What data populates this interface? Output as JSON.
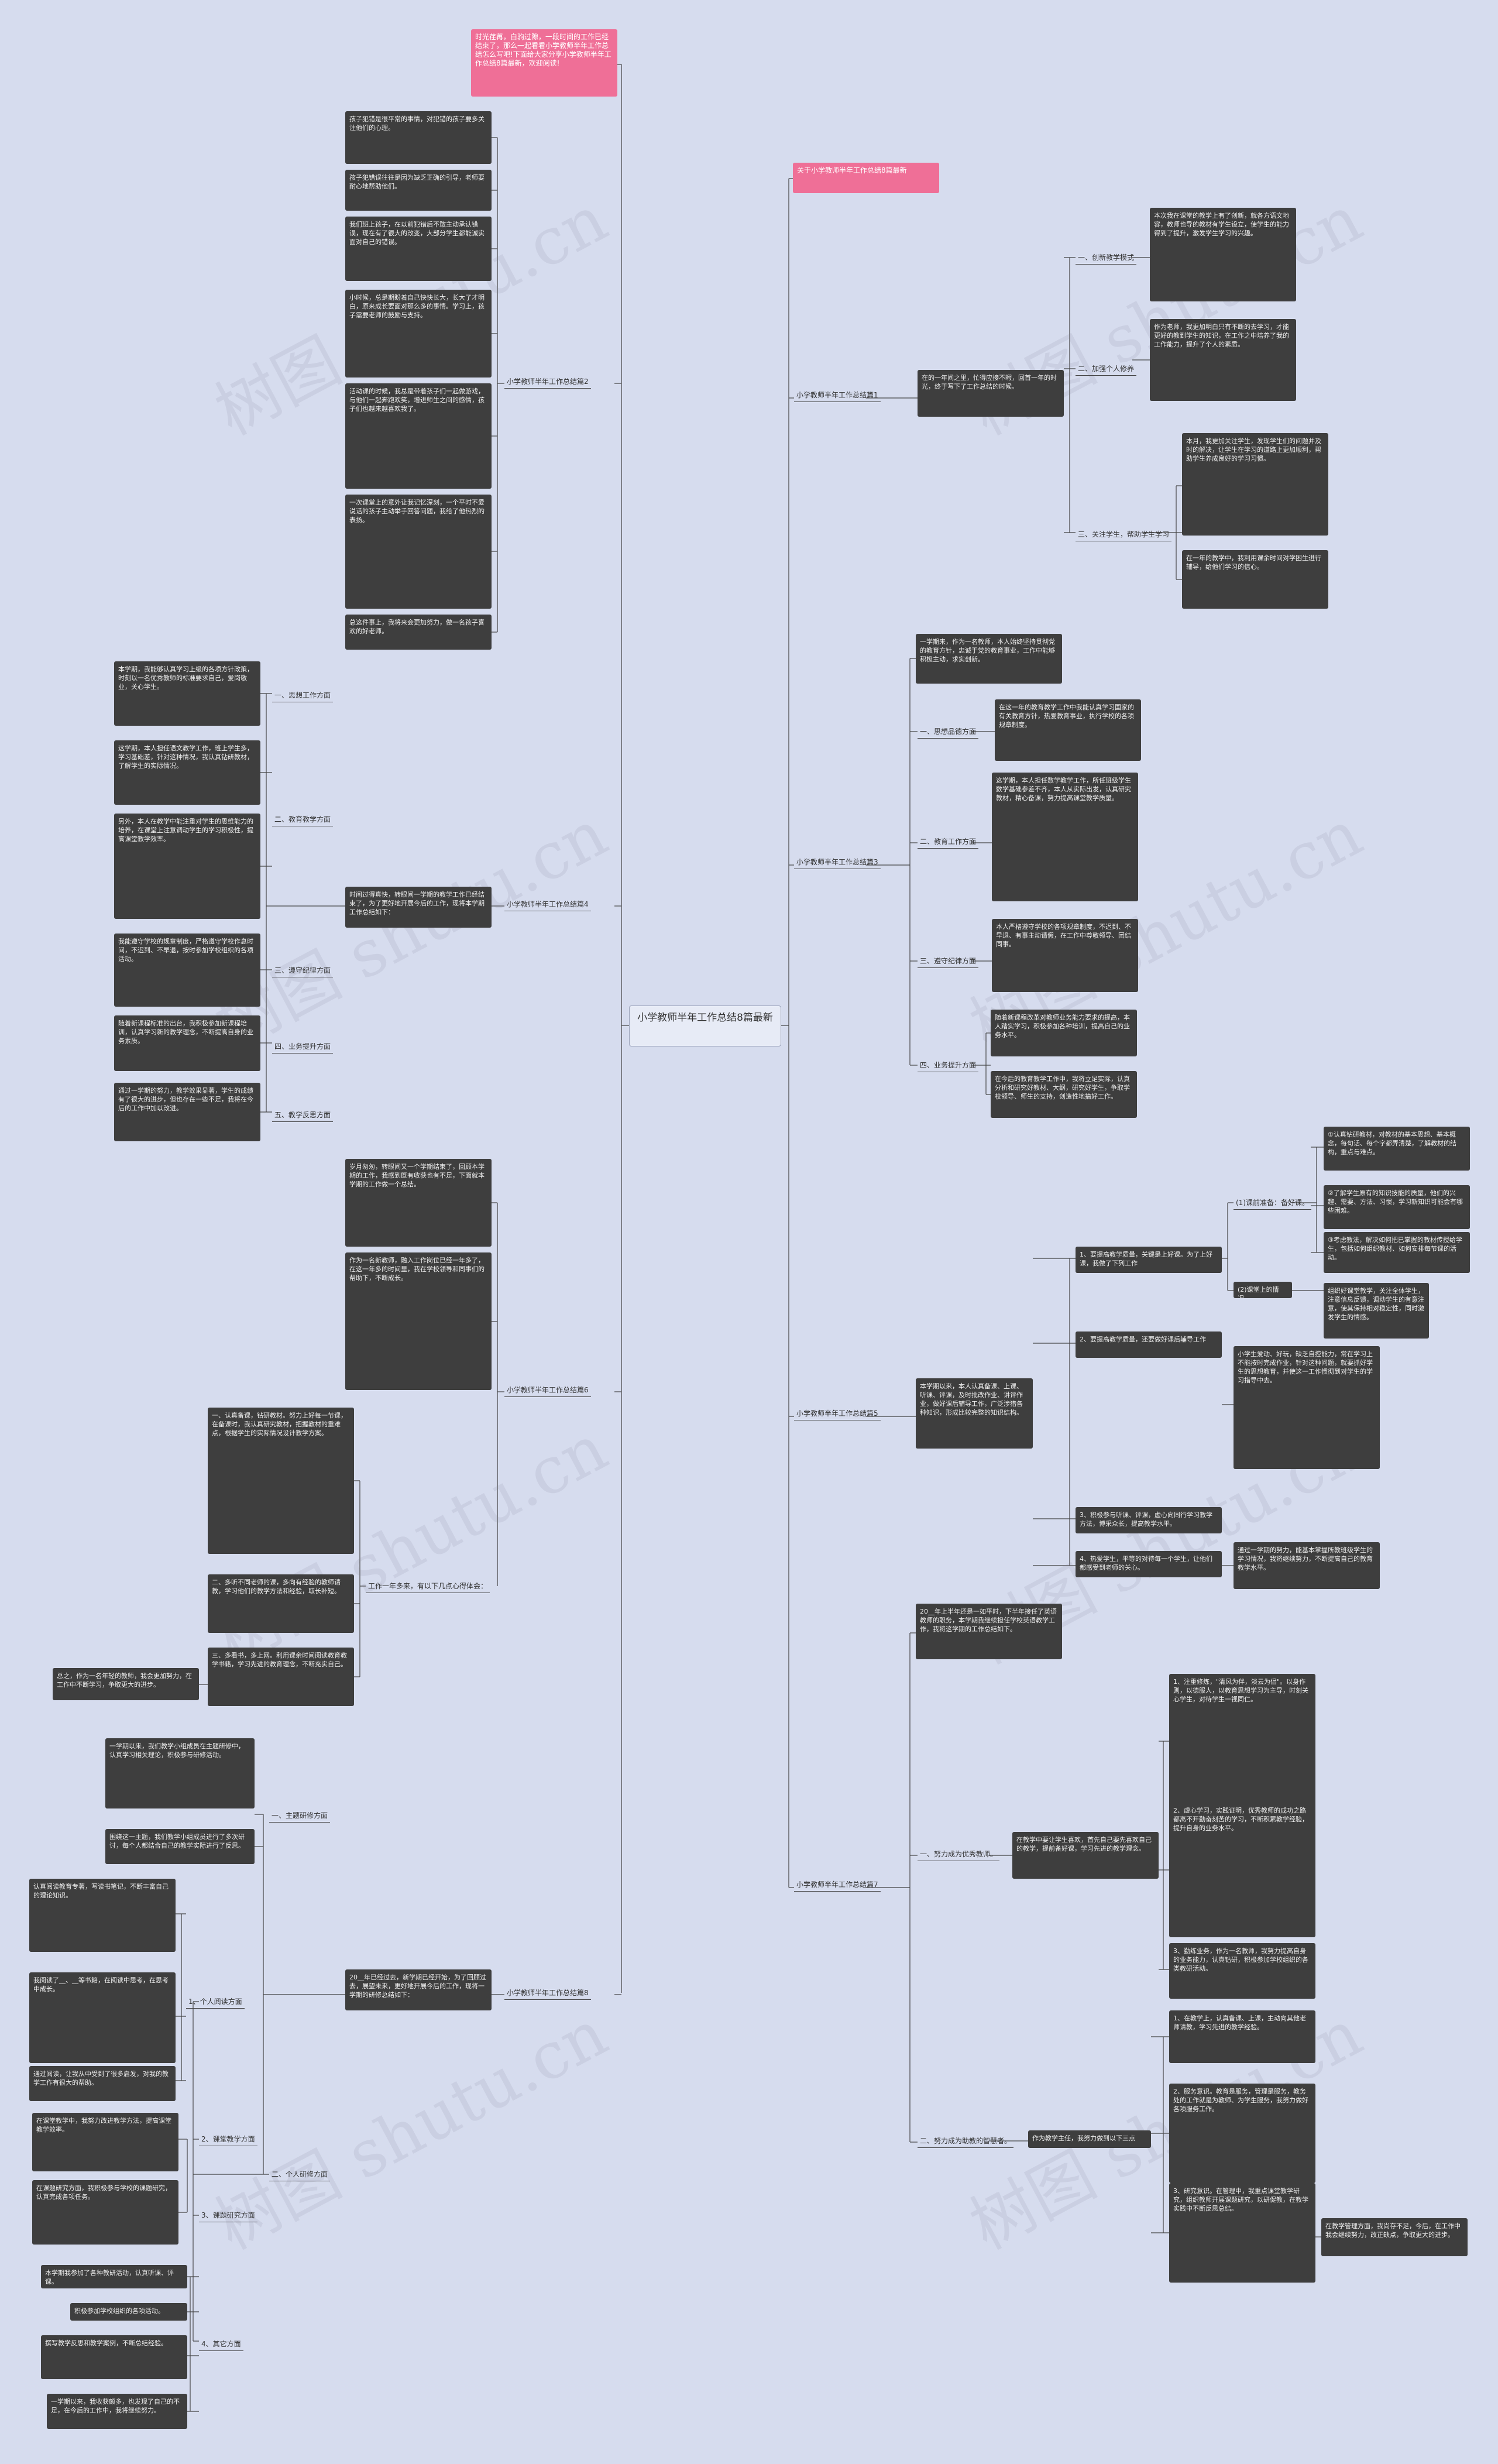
{
  "root": "小学教师半年工作总结8篇最新",
  "watermark": "树图 shutu.cn",
  "intro": "时光荏苒，白驹过隙，一段时间的工作已经结束了，那么一起看看小学教师半年工作总结怎么写吧!下面给大家分享小学教师半年工作总结8篇最新，欢迎阅读!",
  "right_branches": {
    "b1": "关于小学教师半年工作总结8篇最新",
    "b2": "小学教师半年工作总结篇1",
    "b2_text": "在的一年间之里，忙得应接不暇，回首一年的时光，终于写下了工作总结的时候。",
    "b2_items": [
      "一、创新教学模式",
      "二、加强个人修养",
      "三、关注学生，帮助学生学习"
    ],
    "b2_t1": "本次我在课堂的教学上有了创新，就各方语文地容，教师也导的教材有学生设立，使学生的能力得到了提升，激发学生学习的兴趣。",
    "b2_t2": "作为老师，我更加明白只有不断的去学习，才能更好的教到学生的知识，在工作之中培养了我的工作能力，提升了个人的素质。",
    "b2_t3a": "本月，我更加关注学生，发现学生们的问题并及时的解决，让学生在学习的道路上更加顺利，帮助学生养成良好的学习习惯。",
    "b2_t3b": "在一年的教学中，我利用课余时间对学困生进行辅导，给他们学习的信心。",
    "b3": "小学教师半年工作总结篇3",
    "b3_text": "一学期来，作为一名教师，本人始终坚持贯彻党的教育方针，忠诚于党的教育事业，工作中能够积极主动，求实创新。",
    "b3_items": [
      "一、思想品德方面",
      "二、教育工作方面",
      "三、遵守纪律方面",
      "四、业务提升方面"
    ],
    "b3_t1": "在这一年的教育教学工作中我能认真学习国家的有关教育方针，热爱教育事业，执行学校的各项规章制度。",
    "b3_t2": "这学期，本人担任数学教学工作，所任班级学生数学基础参差不齐，本人从实际出发，认真研究教材，精心备课，努力提高课堂教学质量。",
    "b3_t3": "本人严格遵守学校的各项规章制度，不迟到、不早退、有事主动请假，在工作中尊敬领导、团结同事。",
    "b3_t4a": "随着新课程改革对教师业务能力要求的提高，本人踏实学习，积极参加各种培训，提高自己的业务水平。",
    "b3_t4b": "在今后的教育教学工作中，我将立足实际，认真分析和研究好教材、大纲，研究好学生，争取学校领导、师生的支持，创造性地搞好工作。",
    "b5": "小学教师半年工作总结篇5",
    "b5_text": "本学期以来，本人认真备课、上课、听课、评课，及时批改作业、讲评作业，做好课后辅导工作，广泛涉猎各种知识，形成比较完整的知识结构。",
    "b5_items": [
      "1、要提高教学质量，关键是上好课。为了上好课，我做了下列工作",
      "2、要提高教学质量，还要做好课后辅导工作",
      "3、积极参与听课、评课，虚心向同行学习教学方法，博采众长，提高教学水平。",
      "4、热爱学生，平等的对待每一个学生，让他们都感受到老师的关心。"
    ],
    "b5_sub": "(1)课前准备：备好课。",
    "b5_sub2": "(2)课堂上的情况。",
    "b5_t1": "①认真钻研教材，对教材的基本思想、基本概念，每句话、每个字都弄清楚，了解教材的结构，重点与难点。",
    "b5_t2": "②了解学生原有的知识技能的质量，他们的兴趣、需要、方法、习惯，学习新知识可能会有哪些困难。",
    "b5_t3": "③考虑教法，解决如何把已掌握的教材传授给学生，包括如何组织教材、如何安排每节课的活动。",
    "b5_t4": "组织好课堂教学，关注全体学生，注意信息反馈，调动学生的有意注意，使其保持相对稳定性，同时激发学生的情感。",
    "b5_t5": "小学生爱动、好玩，缺乏自控能力，常在学习上不能按时完成作业，针对这种问题，就要抓好学生的思想教育，并使这一工作惯彻到对学生的学习指导中去。",
    "b5_t6": "通过一学期的努力，能基本掌握所教班级学生的学习情况，我将继续努力，不断提高自己的教育教学水平。",
    "b7": "小学教师半年工作总结篇7",
    "b7_text": "20__年上半年还是一如平时，下半年接任了英语教师的职务，本学期我继续担任学校英语教学工作，我将这学期的工作总结如下。",
    "b7_items": [
      "一、努力成为优秀教师。",
      "二、努力成为助教的智慧者。"
    ],
    "b7_t1": "在教学中要让学生喜欢，首先自己要先喜欢自己的教学，提前备好课，学习先进的教学理念。",
    "b7_t1a": "1、注重修炼，\"清风为伴，淡云为侣\"。以身作则，以德服人，以教育思想学习为主导，时刻关心学生，对待学生一视同仁。",
    "b7_t1b": "2、虚心学习，实践证明，优秀教师的成功之路都离不开勤奋刻苦的学习，不断积累教学经验，提升自身的业务水平。",
    "b7_t1c": "3、勤练业务，作为一名教师，我努力提高自身的业务能力，认真钻研，积极参加学校组织的各类教研活动。",
    "b7_t2": "作为教学主任，我努力做到以下三点",
    "b7_t2a": "1、在教学上，认真备课、上课，主动向其他老师请教，学习先进的教学经验。",
    "b7_t2b": "2、服务意识。教育是服务，管理是服务，教务处的工作就是为教师、为学生服务，我努力做好各项服务工作。",
    "b7_t2c": "3、研究意识。在管理中，我重点课堂教学研究，组织教师开展课题研究，以研促教，在教学实践中不断反思总结。",
    "b7_t2d": "在教学管理方面，我尚存不足，今后，在工作中我会继续努力，改正缺点，争取更大的进步。"
  },
  "left_branches": {
    "b2": "小学教师半年工作总结篇2",
    "b2_paras": [
      "孩子犯错是很平常的事情，对犯错的孩子要多关注他们的心理。",
      "孩子犯错误往往是因为缺乏正确的引导，老师要耐心地帮助他们。",
      "我们班上孩子，在以前犯错后不敢主动承认错误，现在有了很大的改变，大部分学生都能诚实面对自己的错误。",
      "小时候，总是期盼着自己快快长大，长大了才明白，原来成长要面对那么多的事情。学习上，孩子需要老师的鼓励与支持。",
      "活动课的时候，我总是带着孩子们一起做游戏，与他们一起奔跑欢笑，增进师生之间的感情，孩子们也越来越喜欢我了。",
      "一次课堂上的意外让我记忆深刻，一个平时不爱说话的孩子主动举手回答问题，我给了他热烈的表扬。",
      "总这件事上，我将来会更加努力，做一名孩子喜欢的好老师。"
    ],
    "b4": "小学教师半年工作总结篇4",
    "b4_text": "时间过得真快，转眼间一学期的教学工作已经结束了，为了更好地开展今后的工作，现将本学期工作总结如下：",
    "b4_items": [
      "一、思想工作方面",
      "二、教育教学方面",
      "三、遵守纪律方面",
      "四、业务提升方面",
      "五、教学反思方面"
    ],
    "b4_paras": [
      "本学期，我能够认真学习上级的各项方针政策，时刻以一名优秀教师的标准要求自己，爱岗敬业，关心学生。",
      "这学期，本人担任语文教学工作，班上学生多，学习基础差，针对这种情况，我认真钻研教材，了解学生的实际情况。",
      "另外，本人在教学中能注重对学生的思维能力的培养，在课堂上注意调动学生的学习积极性，提高课堂教学效率。",
      "我能遵守学校的规章制度，严格遵守学校作息时间，不迟到、不早退，按时参加学校组织的各项活动。",
      "随着新课程标准的出台，我积极参加新课程培训，认真学习新的教学理念，不断提高自身的业务素质。",
      "通过一学期的努力，教学效果显著，学生的成绩有了很大的进步，但也存在一些不足，我将在今后的工作中加以改进。"
    ],
    "b6": "小学教师半年工作总结篇6",
    "b6_text": "工作一年多来，有以下几点心得体会：",
    "b6_paras": [
      "岁月匆匆，转眼间又一个学期结束了，回顾本学期的工作，我感到既有收获也有不足，下面就本学期的工作做一个总结。",
      "作为一名新教师，融入工作岗位已经一年多了，在这一年多的时间里，我在学校领导和同事们的帮助下，不断成长。",
      "一、认真备课，钻研教材。努力上好每一节课，在备课时，我认真研究教材，把握教材的重难点，根据学生的实际情况设计教学方案。",
      "二、多听不同老师的课，多向有经验的教师请教，学习他们的教学方法和经验，取长补短。",
      "三、多看书，多上网。利用课余时间阅读教育教学书籍，学习先进的教育理念，不断充实自己。"
    ],
    "b6_close": "总之，作为一名年轻的教师，我会更加努力，在工作中不断学习，争取更大的进步。",
    "b8": "小学教师半年工作总结篇8",
    "b8_text": "20__年已经过去，新学期已经开始，为了回顾过去，展望未来，更好地开展今后的工作，现将一学期的研修总结如下：",
    "b8_items": [
      "一、主题研修方面",
      "二、个人研修方面"
    ],
    "b8_sub": [
      "1、个人阅读方面",
      "2、课堂教学方面",
      "3、课题研究方面",
      "4、其它方面"
    ],
    "b8_paras": [
      "一学期以来，我们教学小组成员在主题研修中，认真学习相关理论，积极参与研修活动。",
      "围绕这一主题，我们教学小组成员进行了多次研讨，每个人都结合自己的教学实际进行了反思。",
      "认真阅读教育专著，写读书笔记，不断丰富自己的理论知识。",
      "我阅读了__、__等书籍，在阅读中思考，在思考中成长。",
      "通过阅读，让我从中受到了很多启发，对我的教学工作有很大的帮助。",
      "在课堂教学中，我努力改进教学方法，提高课堂教学效率。",
      "在课题研究方面，我积极参与学校的课题研究，认真完成各项任务。",
      "本学期我参加了各种教研活动，认真听课、评课。",
      "积极参加学校组织的各项活动。",
      "撰写教学反思和教学案例，不断总结经验。",
      "一学期以来，我收获颇多，也发现了自己的不足，在今后的工作中，我将继续努力。"
    ]
  }
}
